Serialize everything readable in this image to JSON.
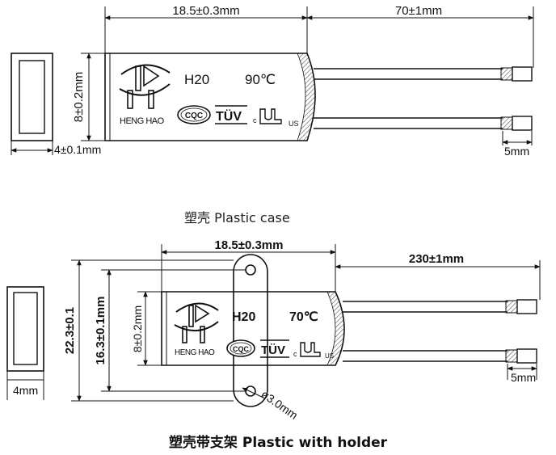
{
  "top": {
    "length": "18.5±0.3mm",
    "wire_length": "70±1mm",
    "height": "8±0.2mm",
    "thickness": "4±0.1mm",
    "strip": "5mm",
    "model": "H20",
    "temp": "90℃",
    "brand": "HENG HAO",
    "cqc": "CQC",
    "tuv": "TÜV",
    "c": "c",
    "us": "US"
  },
  "bottom": {
    "caption_top": "塑壳 Plastic case",
    "length": "18.5±0.3mm",
    "wire_length": "230±1mm",
    "overall_height": "22.3±0.1",
    "mid_height": "16.3±0.1mm",
    "height": "8±0.2mm",
    "thickness": "4mm",
    "strip": "5mm",
    "hole": "ø3.0mm",
    "model": "H20",
    "temp": "70℃",
    "brand": "HENG HAO",
    "cqc": "CQC",
    "tuv": "TÜV",
    "c": "c",
    "us": "US",
    "caption_bottom": "塑壳带支架 Plastic with holder"
  }
}
